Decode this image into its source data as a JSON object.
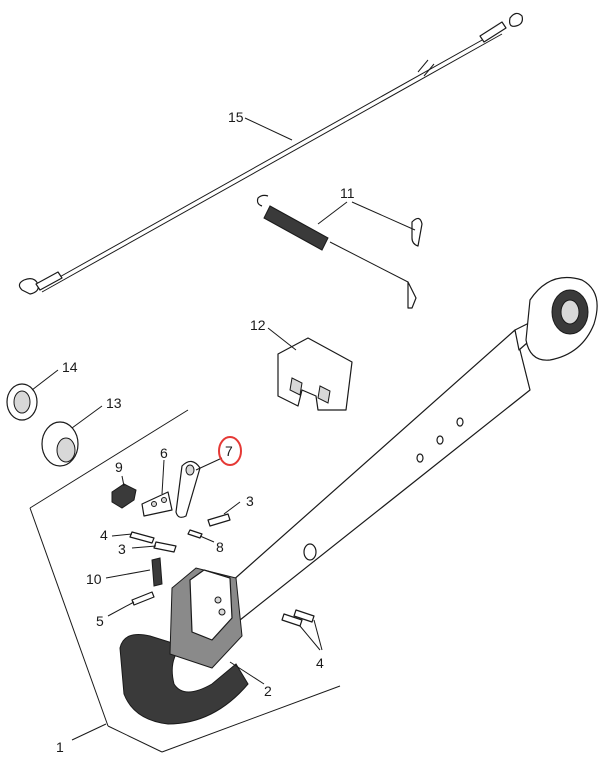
{
  "callouts": {
    "c1": "1",
    "c2": "2",
    "c3a": "3",
    "c3b": "3",
    "c4a": "4",
    "c4b": "4",
    "c5": "5",
    "c6": "6",
    "c7": "7",
    "c8": "8",
    "c9": "9",
    "c10": "10",
    "c11": "11",
    "c12": "12",
    "c13": "13",
    "c14": "14",
    "c15": "15"
  },
  "highlight": {
    "callout": "7",
    "color": "#e53935"
  }
}
